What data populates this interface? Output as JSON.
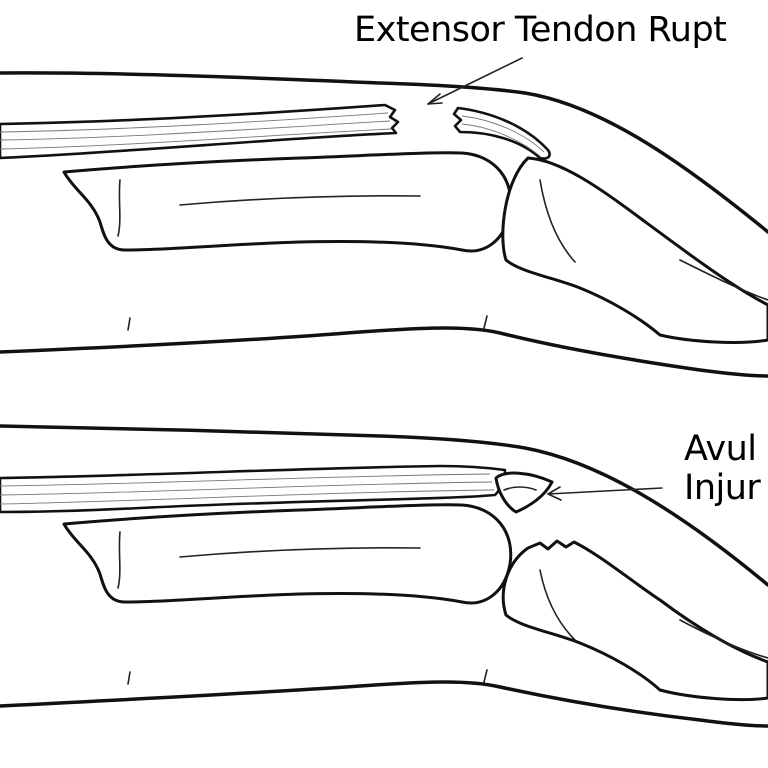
{
  "labels": {
    "top": "Extensor Tendon Rupt",
    "avulsion_line1": "Avul",
    "avulsion_line2": "Injur"
  },
  "colors": {
    "line": "#111111",
    "background": "#ffffff"
  }
}
